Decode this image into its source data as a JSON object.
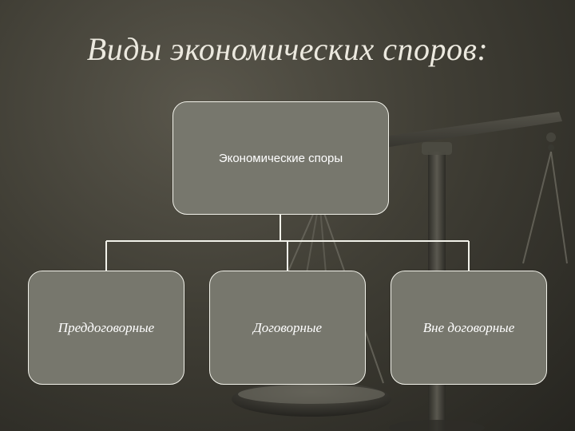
{
  "slide": {
    "title": "Виды экономических споров:"
  },
  "diagram": {
    "root": {
      "label": "Экономические споры"
    },
    "children": [
      {
        "label": "Преддоговорные"
      },
      {
        "label": "Договорные"
      },
      {
        "label": "Вне договорные"
      }
    ]
  },
  "colors": {
    "background": "#403e35",
    "node_fill": "#77776d",
    "node_border": "#f2f2ea",
    "title_text": "#ece9df",
    "node_text": "#ffffff"
  },
  "icons": {
    "background_image": "scales-of-justice-icon"
  }
}
